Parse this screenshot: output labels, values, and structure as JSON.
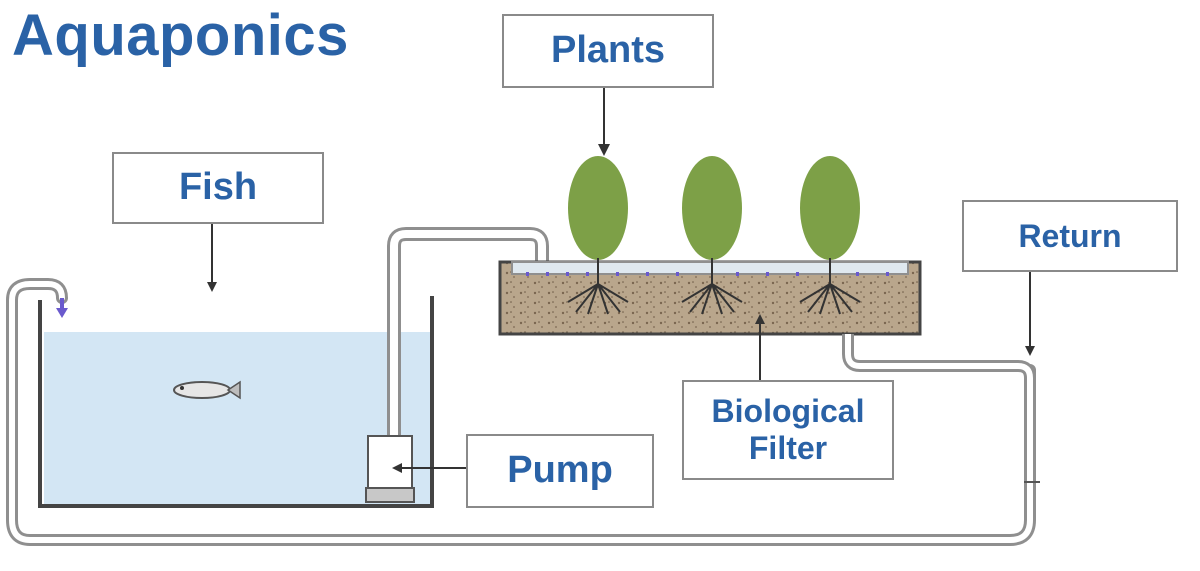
{
  "title": "Aquaponics",
  "labels": {
    "plants": "Plants",
    "fish": "Fish",
    "return": "Return",
    "pump": "Pump",
    "biological_filter_line1": "Biological",
    "biological_filter_line2": "Filter"
  },
  "colors": {
    "title": "#2a62a6",
    "water": "#d3e6f4",
    "soil": "#b7a389",
    "plant": "#7da047",
    "pipe": "#8f8f8f",
    "drip": "#6a5acd"
  }
}
